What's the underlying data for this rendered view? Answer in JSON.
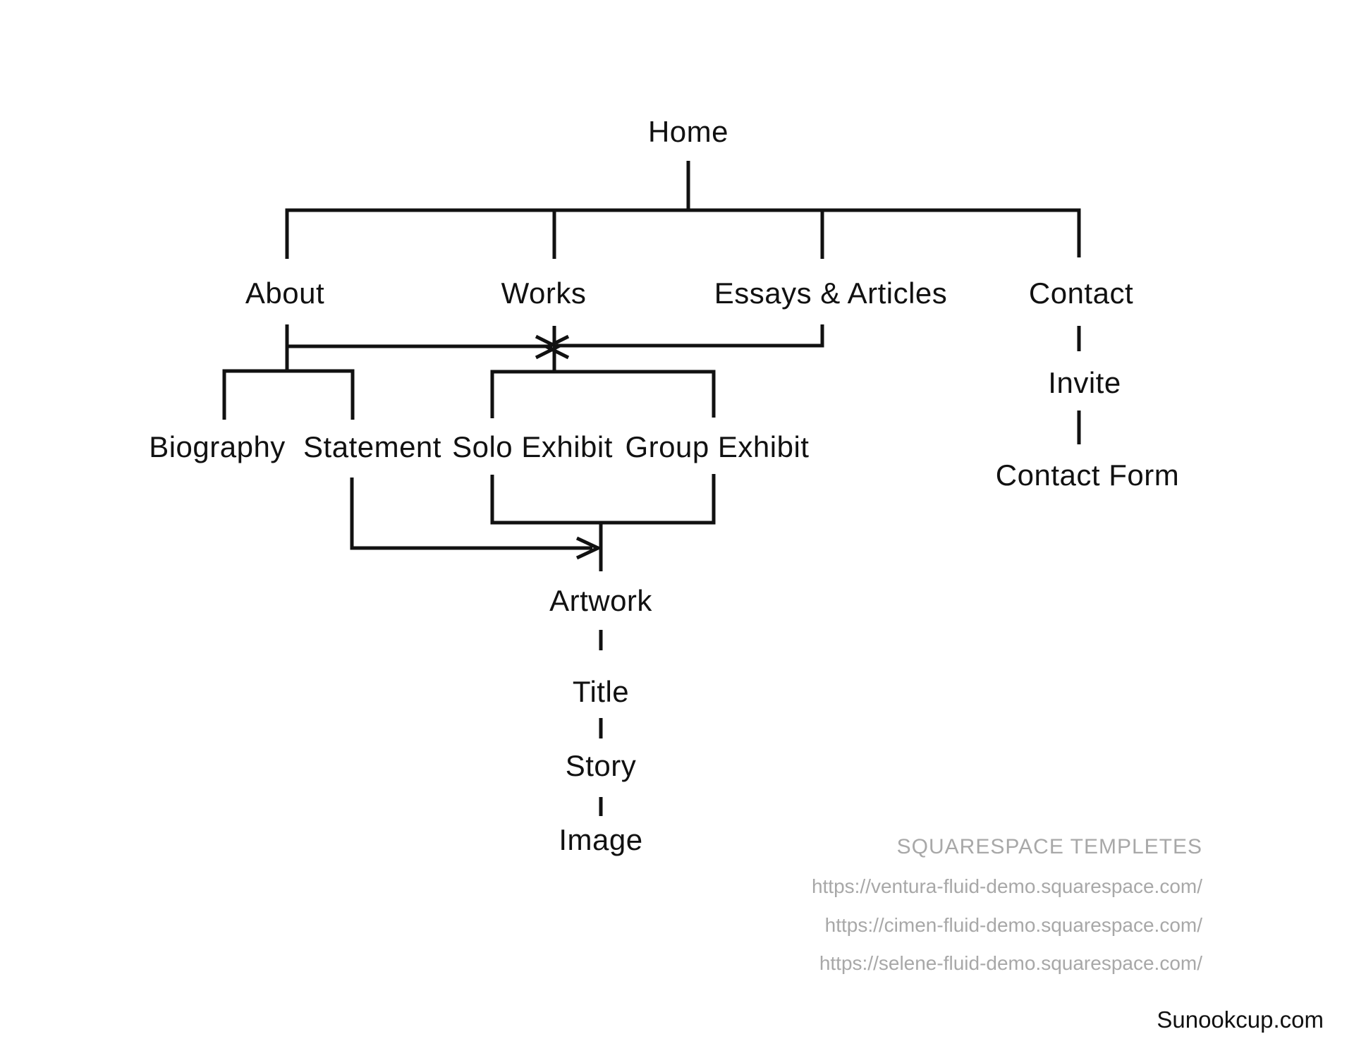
{
  "sitemap": {
    "nodes": {
      "home": "Home",
      "about": "About",
      "works": "Works",
      "essays_articles": "Essays & Articles",
      "contact": "Contact",
      "biography": "Biography",
      "statement": "Statement",
      "solo_exhibit": "Solo Exhibit",
      "group_exhibit": "Group Exhibit",
      "invite": "Invite",
      "contact_form": "Contact Form",
      "artwork": "Artwork",
      "title": "Title",
      "story": "Story",
      "image": "Image"
    },
    "colors": {
      "line": "#111111",
      "text": "#111111",
      "muted_text": "#a8a8a8"
    }
  },
  "footer": {
    "heading": "SQUARESPACE TEMPLETES",
    "template_urls": [
      "https://ventura-fluid-demo.squarespace.com/",
      "https://cimen-fluid-demo.squarespace.com/",
      "https://selene-fluid-demo.squarespace.com/"
    ],
    "credit": "Sunookcup.com"
  }
}
